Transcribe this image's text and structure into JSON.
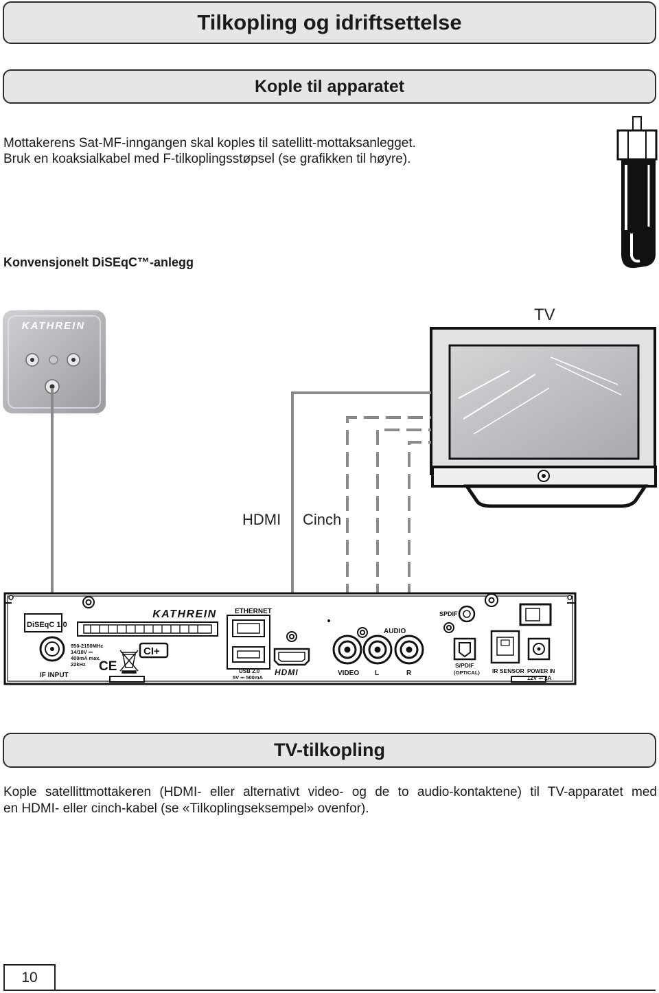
{
  "header": {
    "title": "Tilkopling og idriftsettelse"
  },
  "section_connect": {
    "title": "Kople til apparatet",
    "intro_lines": [
      "Mottakerens Sat-MF-inngangen skal koples til satellitt-mottaksanlegget.",
      "Bruk en koaksialkabel med F-tilkoplingsstøpsel (se grafikken til høyre)."
    ],
    "subheading": "Konvensjonelt DiSEqC™-anlegg"
  },
  "diagram": {
    "tv_label": "TV",
    "hdmi_label": "HDMI",
    "cinch_label": "Cinch",
    "wall_socket_brand": "KATHREIN",
    "receiver": {
      "brand": "KATHREIN",
      "diseqc_logo": "DiSEqC 1.0",
      "if_input": "IF  INPUT",
      "if_specs": [
        "950-2150MHz",
        "14/18V ⎓",
        "400mA  max.",
        "22kHz"
      ],
      "ce_mark": "CE",
      "ci_plus": "CI+",
      "ethernet": "ETHERNET",
      "usb_lines": [
        "USB  2.0",
        "5V ⎓  500mA"
      ],
      "hdmi_logo": "HDMI",
      "audio": "AUDIO",
      "video": "VIDEO",
      "left": "L",
      "right": "R",
      "spdif": "SPDIF",
      "spdif_optical": [
        "S/PDIF",
        "(OPTICAL)"
      ],
      "ir_sensor": "IR  SENSOR",
      "power_in": [
        "POWER  IN",
        "12V ⎓  2A"
      ]
    }
  },
  "section_tv": {
    "title": "TV-tilkopling",
    "body_line1": "Kople satellittmottakeren (HDMI- eller alternativt video- og de to audio-kontaktene) til TV-apparatet med",
    "body_line2": "en HDMI- eller cinch-kabel (se «Tilkoplingseksempel» ovenfor)."
  },
  "footer": {
    "page_number": "10"
  }
}
